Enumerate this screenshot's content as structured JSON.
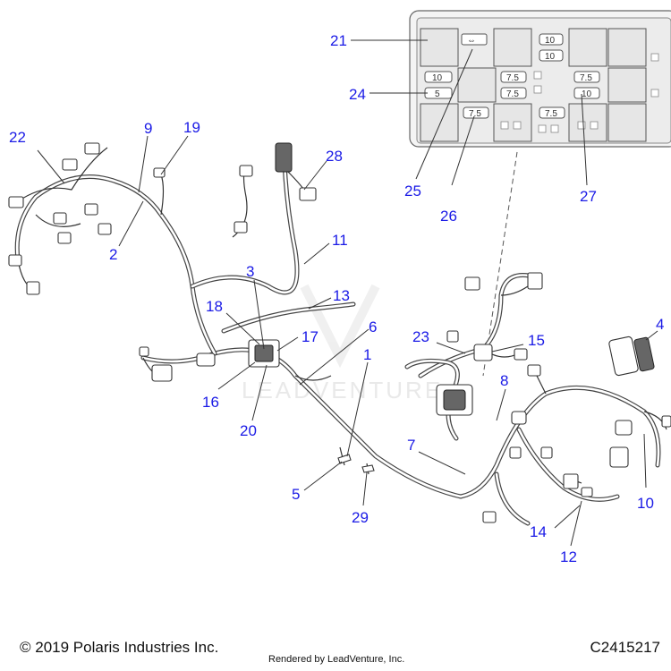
{
  "diagram": {
    "callouts": [
      "1",
      "2",
      "3",
      "4",
      "5",
      "6",
      "7",
      "8",
      "9",
      "10",
      "11",
      "12",
      "13",
      "14",
      "15",
      "16",
      "17",
      "18",
      "19",
      "20",
      "21",
      "22",
      "23",
      "24",
      "25",
      "26",
      "27",
      "28",
      "29"
    ],
    "fuse_labels": {
      "top_mid_1": "10",
      "top_mid_2": "10",
      "left_1": "10",
      "left_2": "5",
      "mid_1": "7.5",
      "mid_2": "7.5",
      "bottom_1": "7.5",
      "bottom_2": "7.5",
      "right_1": "7.5",
      "right_2": "10"
    },
    "watermark": "LEADVENTURE"
  },
  "footer": {
    "copyright": "© 2019 Polaris Industries Inc.",
    "rendered_by": "Rendered by LeadVenture, Inc.",
    "part_number": "C2415217"
  }
}
